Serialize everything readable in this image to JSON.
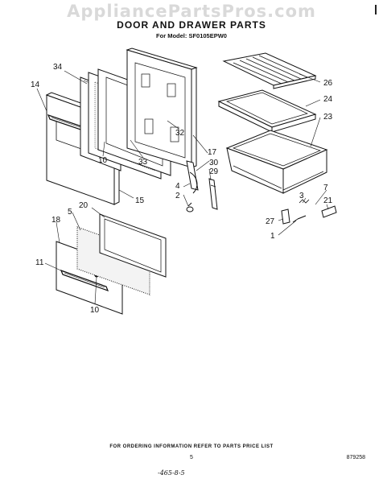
{
  "watermark": "AppliancePartsPros.com",
  "title": "DOOR AND DRAWER PARTS",
  "subtitle": "For Model: SF0105EPW0",
  "part_numbers": {
    "p34": "34",
    "p14": "14",
    "p10a": "10",
    "p33": "33",
    "p15": "15",
    "p32": "32",
    "p17": "17",
    "p30": "30",
    "p29": "29",
    "p4": "4",
    "p2": "2",
    "p26": "26",
    "p24": "24",
    "p23": "23",
    "p7": "7",
    "p3": "3",
    "p21": "21",
    "p27": "27",
    "p1": "1",
    "p20": "20",
    "p5": "5",
    "p18": "18",
    "p11": "11",
    "p10b": "10"
  },
  "footer_note": "FOR ORDERING INFORMATION REFER TO PARTS PRICE LIST",
  "page_number": "5",
  "diagram_code": "879258",
  "signature": "-465-8-5"
}
